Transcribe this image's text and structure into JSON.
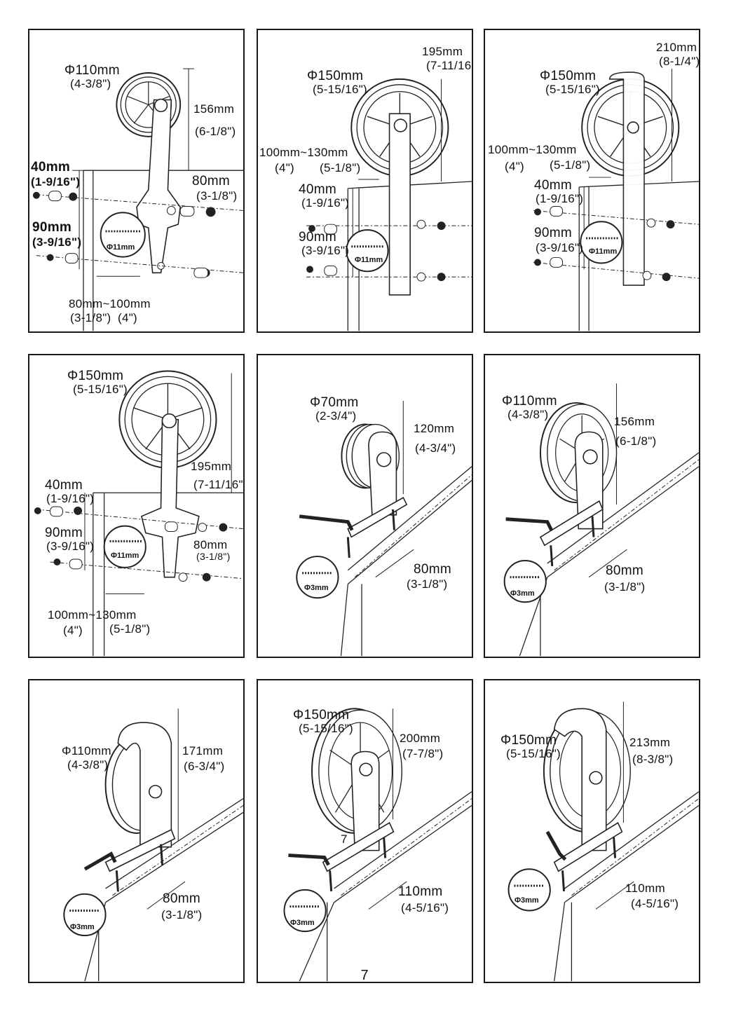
{
  "page_number": "7",
  "panels": [
    {
      "id": "p1",
      "labels": [
        "Φ110mm",
        "(4-3/8\")",
        "156mm",
        "(6-1/8\")",
        "40mm",
        "(1-9/16\")",
        "90mm",
        "(3-9/16\")",
        "80mm",
        "(3-1/8\")",
        "80mm~100mm",
        "(3-1/8\")",
        "(4\")"
      ],
      "badge": "Φ11mm"
    },
    {
      "id": "p2",
      "labels": [
        "195mm",
        "(7-11/16\")",
        "Φ150mm",
        "(5-15/16\")",
        "100mm~130mm",
        "(4\")",
        "(5-1/8\")",
        "40mm",
        "(1-9/16\")",
        "90mm",
        "(3-9/16\")"
      ],
      "badge": "Φ11mm"
    },
    {
      "id": "p3",
      "labels": [
        "210mm",
        "(8-1/4\")",
        "Φ150mm",
        "(5-15/16\")",
        "100mm~130mm",
        "(4\")",
        "(5-1/8\")",
        "40mm",
        "(1-9/16\")",
        "90mm",
        "(3-9/16\")"
      ],
      "badge": "Φ11mm"
    },
    {
      "id": "p4",
      "labels": [
        "Φ150mm",
        "(5-15/16\")",
        "195mm",
        "(7-11/16\")",
        "40mm",
        "(1-9/16\")",
        "90mm",
        "(3-9/16\")",
        "80mm",
        "(3-1/8\")",
        "100mm~130mm",
        "(4\")",
        "(5-1/8\")"
      ],
      "badge": "Φ11mm"
    },
    {
      "id": "p5",
      "labels": [
        "Φ70mm",
        "(2-3/4\")",
        "120mm",
        "(4-3/4\")",
        "80mm",
        "(3-1/8\")"
      ],
      "badge": "Φ3mm"
    },
    {
      "id": "p6",
      "labels": [
        "Φ110mm",
        "(4-3/8\")",
        "156mm",
        "(6-1/8\")",
        "80mm",
        "(3-1/8\")"
      ],
      "badge": "Φ3mm"
    },
    {
      "id": "p7",
      "labels": [
        "Φ110mm",
        "(4-3/8\")",
        "171mm",
        "(6-3/4\")",
        "80mm",
        "(3-1/8\")"
      ],
      "badge": "Φ3mm"
    },
    {
      "id": "p8",
      "labels": [
        "Φ150mm",
        "(5-15/16\")",
        "200mm",
        "(7-7/8\")",
        "7",
        "110mm",
        "(4-5/16\")"
      ],
      "badge": "Φ3mm"
    },
    {
      "id": "p9",
      "labels": [
        "Φ150mm",
        "(5-15/16\")",
        "213mm",
        "(8-3/8\")",
        "110mm",
        "(4-5/16\")"
      ],
      "badge": "Φ3mm"
    }
  ]
}
